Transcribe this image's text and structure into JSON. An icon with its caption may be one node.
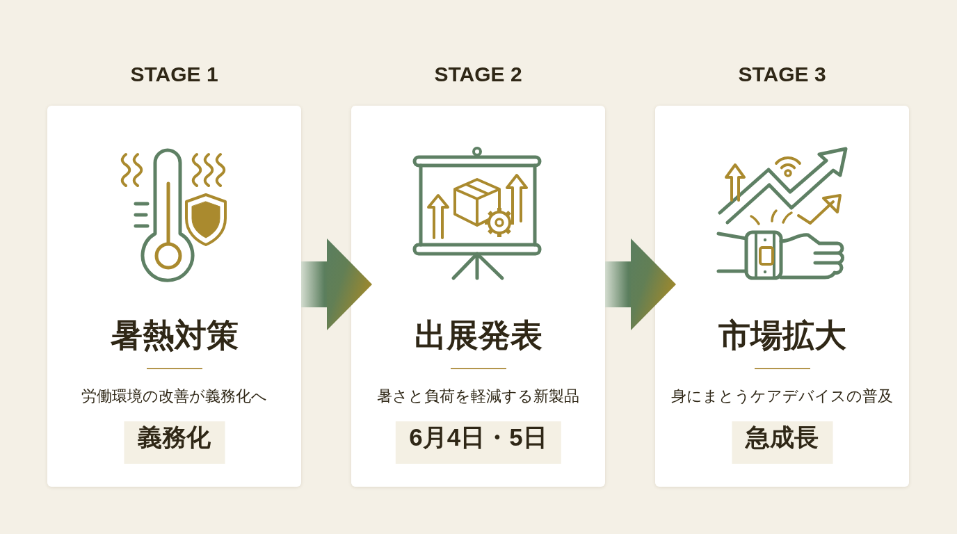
{
  "diagram": {
    "nodes": [
      {
        "text": [
          "STAGE 1",
          "暑熱対策",
          "労働環境の改善が義務化へ"
        ]
      },
      {
        "text": [
          "義務化"
        ],
        "in": 0
      },
      {
        "text": [
          "STAGE 2",
          "出展発表",
          "暑さと負荷を軽減する新製品"
        ]
      },
      {
        "text": [
          "6月4日・5日"
        ],
        "in": 2
      },
      {
        "text": [
          "STAGE 3",
          "市場拡大",
          "身にまとうケアデバイスの普及"
        ]
      },
      {
        "text": [
          "急成長"
        ],
        "in": 4
      }
    ],
    "edges": [
      {
        "from": 0,
        "to": 2,
        "arrow": "to"
      },
      {
        "from": 2,
        "to": 4,
        "arrow": "to"
      }
    ]
  }
}
